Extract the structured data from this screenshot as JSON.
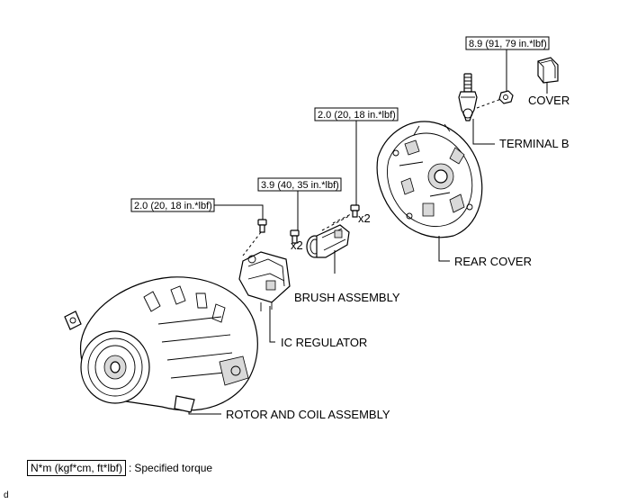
{
  "labels": {
    "cover": "COVER",
    "terminal_b": "TERMINAL B",
    "rear_cover": "REAR COVER",
    "brush_assembly": "BRUSH ASSEMBLY",
    "ic_regulator": "IC REGULATOR",
    "rotor_coil": "ROTOR AND COIL ASSEMBLY"
  },
  "torques": {
    "terminal_nut": "8.9 (91, 79 in.*lbf)",
    "rear_cover_bolt": "2.0 (20, 18 in.*lbf)",
    "brush_bolt": "3.9 (40, 35 in.*lbf)",
    "regulator_bolt": "2.0 (20, 18 in.*lbf)"
  },
  "quantities": {
    "brush_bolts": "x2",
    "rear_cover_bolts": "x2"
  },
  "legend": {
    "unit": "N*m (kgf*cm, ft*lbf)",
    "separator": ":",
    "meaning": "Specified torque"
  },
  "corner_mark": "d"
}
